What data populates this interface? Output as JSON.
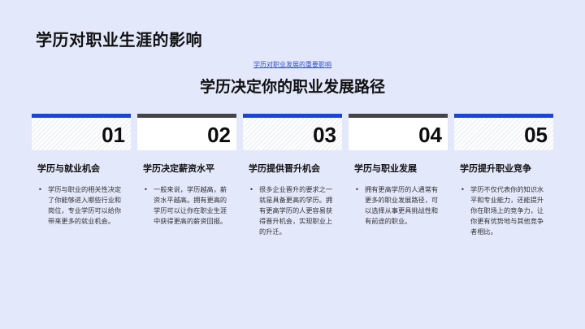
{
  "slide": {
    "title": "学历对职业生涯的影响",
    "subtitle_link": "学历对职业发展的重要影响",
    "heading": "学历决定你的职业发展路径"
  },
  "colors": {
    "background": "#e3e8fb",
    "accent_blue": "#1b45d6",
    "accent_dark": "#444444",
    "link": "#2f4fd0"
  },
  "cards": [
    {
      "number": "01",
      "title": "学历与就业机会",
      "bullet": "•",
      "text": "学历与职业的相关性决定了你能够进入哪些行业和岗位，专业学历可以给你带来更多的就业机会。"
    },
    {
      "number": "02",
      "title": "学历决定薪资水平",
      "bullet": "•",
      "text": "一般来说，学历越高，薪资水平越高。拥有更高的学历可以让你在职业生涯中获得更高的薪资回报。"
    },
    {
      "number": "03",
      "title": "学历提供晋升机会",
      "bullet": "•",
      "text": "很多企业晋升的要求之一就是具备更高的学历。拥有更高学历的人更容易获得晋升机会，实现职业上的升迁。"
    },
    {
      "number": "04",
      "title": "学历与职业发展",
      "bullet": "•",
      "text": "拥有更高学历的人通常有更多的职业发展路径，可以选择从事更具挑战性和有前途的职业。"
    },
    {
      "number": "05",
      "title": "学历提升职业竞争",
      "bullet": "•",
      "text": "学历不仅代表你的知识水平和专业能力，还能提升你在职场上的竞争力，让你更有优势地与其他竞争者相比。"
    }
  ]
}
